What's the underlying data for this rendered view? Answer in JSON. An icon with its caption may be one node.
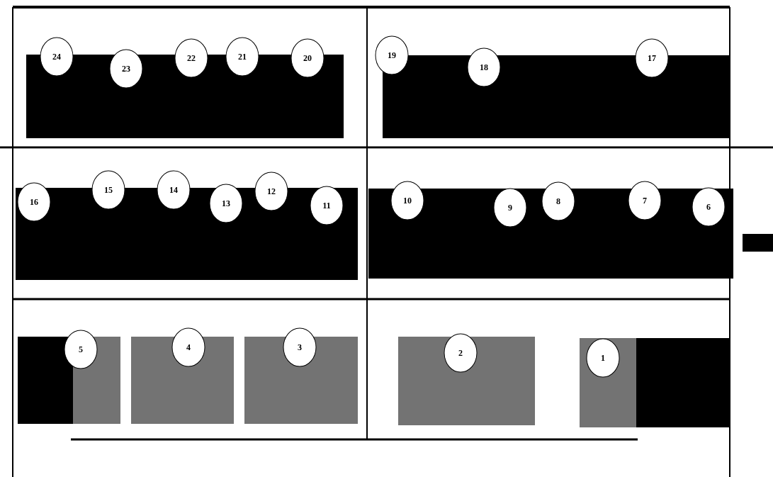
{
  "diagram": {
    "nodes": [
      {
        "text": [
          "24"
        ]
      },
      {
        "text": [
          "23"
        ]
      },
      {
        "text": [
          "22"
        ]
      },
      {
        "text": [
          "21"
        ]
      },
      {
        "text": [
          "20"
        ]
      },
      {
        "text": [
          "19"
        ]
      },
      {
        "text": [
          "18"
        ]
      },
      {
        "text": [
          "17"
        ]
      },
      {
        "text": [
          "16"
        ]
      },
      {
        "text": [
          "15"
        ]
      },
      {
        "text": [
          "14"
        ]
      },
      {
        "text": [
          "13"
        ]
      },
      {
        "text": [
          "12"
        ]
      },
      {
        "text": [
          "11"
        ]
      },
      {
        "text": [
          "10"
        ]
      },
      {
        "text": [
          "9"
        ]
      },
      {
        "text": [
          "8"
        ]
      },
      {
        "text": [
          "7"
        ]
      },
      {
        "text": [
          "6"
        ]
      },
      {
        "text": [
          "5"
        ]
      },
      {
        "text": [
          "4"
        ]
      },
      {
        "text": [
          "3"
        ]
      },
      {
        "text": [
          "2"
        ]
      },
      {
        "text": [
          "1"
        ]
      }
    ]
  }
}
